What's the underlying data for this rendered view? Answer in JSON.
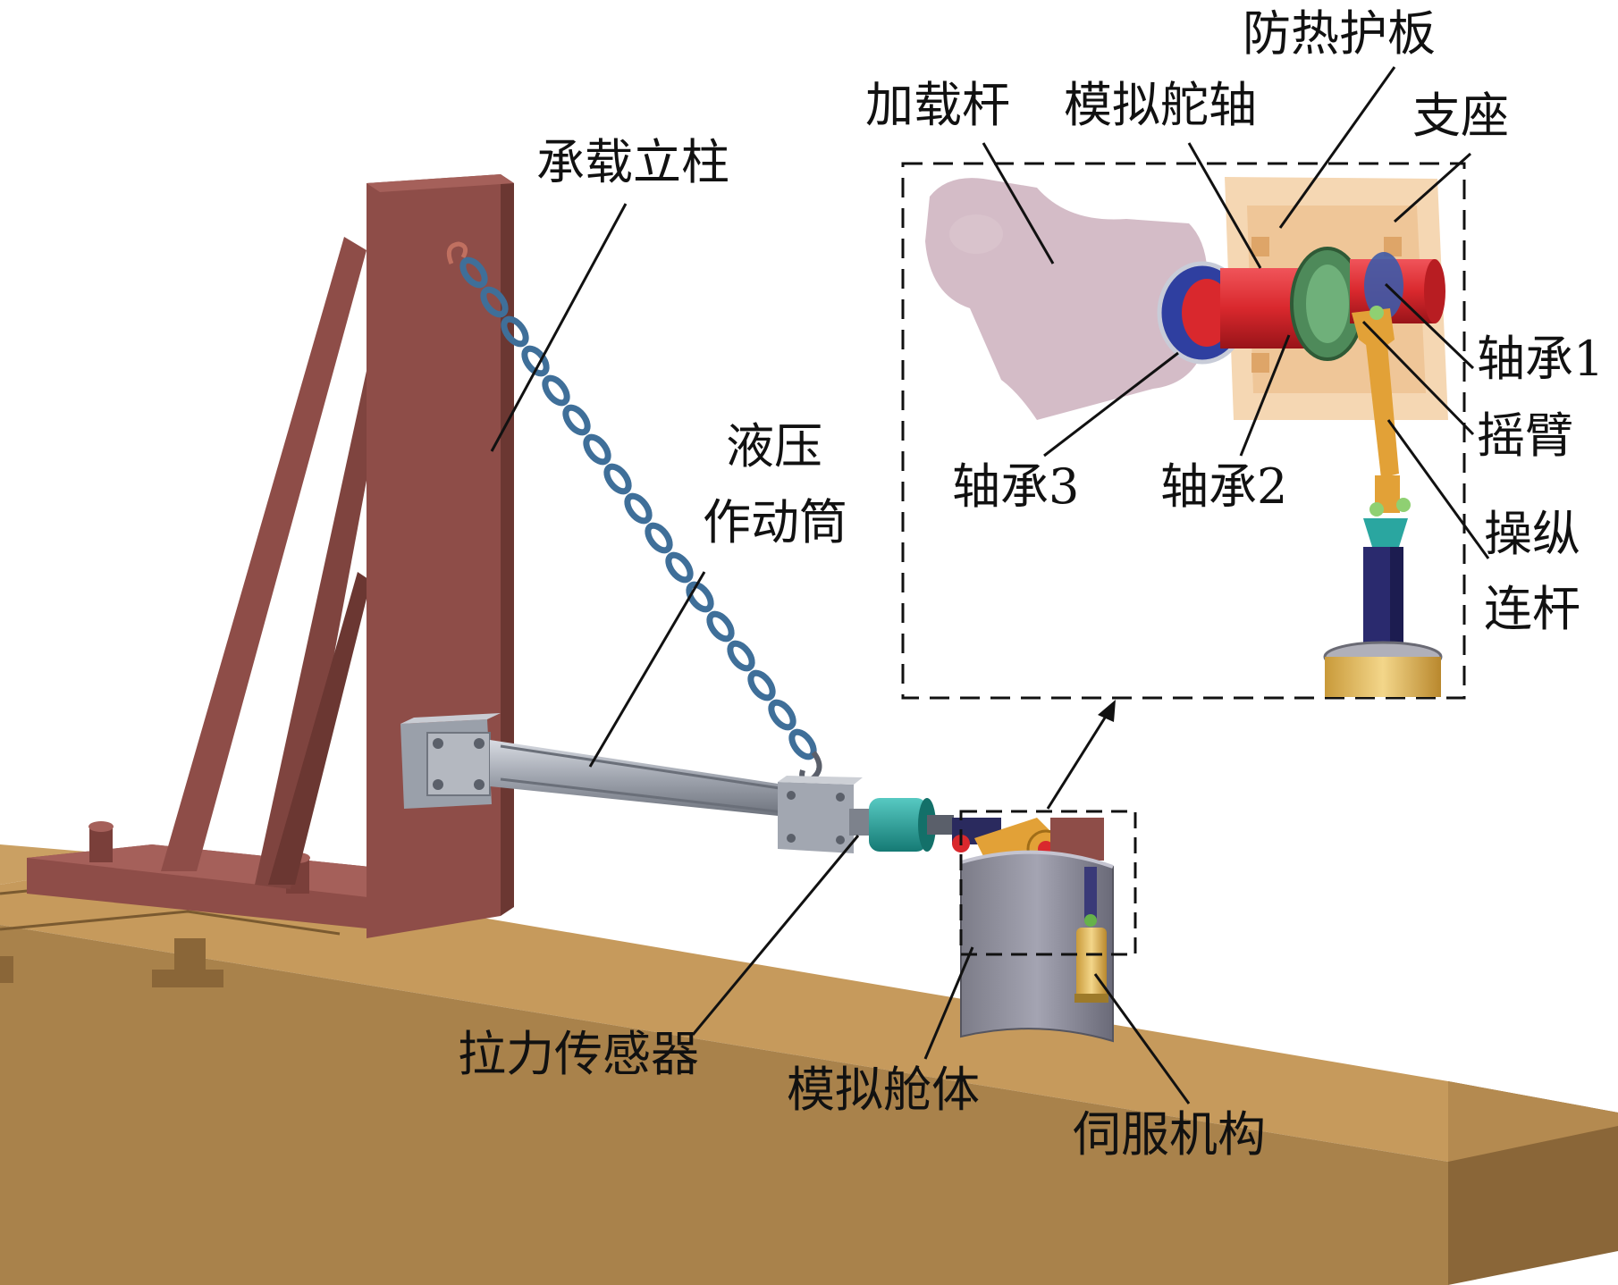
{
  "colors": {
    "base_top": "#c69a5c",
    "base_front": "#a9824b",
    "base_side": "#8a6638",
    "column_red": "#8e4d48",
    "column_dark": "#6b3732",
    "chain_blue": "#3f6f99",
    "shaft_red": "#d9282d",
    "sensor_teal": "#1f9d96",
    "arm_orange": "#e2a137",
    "servo_yellow": "#e8c266"
  },
  "labels": {
    "fanghu": "防热护板",
    "jiazaigan": "加载杆",
    "monirod": "模拟舵轴",
    "zhizuo": "支座",
    "chengzai": "承载立柱",
    "zhoucheng1": "轴承1",
    "yaobi": "摇臂",
    "caozong": "操纵",
    "liangan": "连杆",
    "zhoucheng3": "轴承3",
    "zhoucheng2": "轴承2",
    "yeya": "液压",
    "zuodongtong": "作动筒",
    "lalichuanganqi": "拉力传感器",
    "monicangti": "模拟舱体",
    "sifujigou": "伺服机构"
  }
}
